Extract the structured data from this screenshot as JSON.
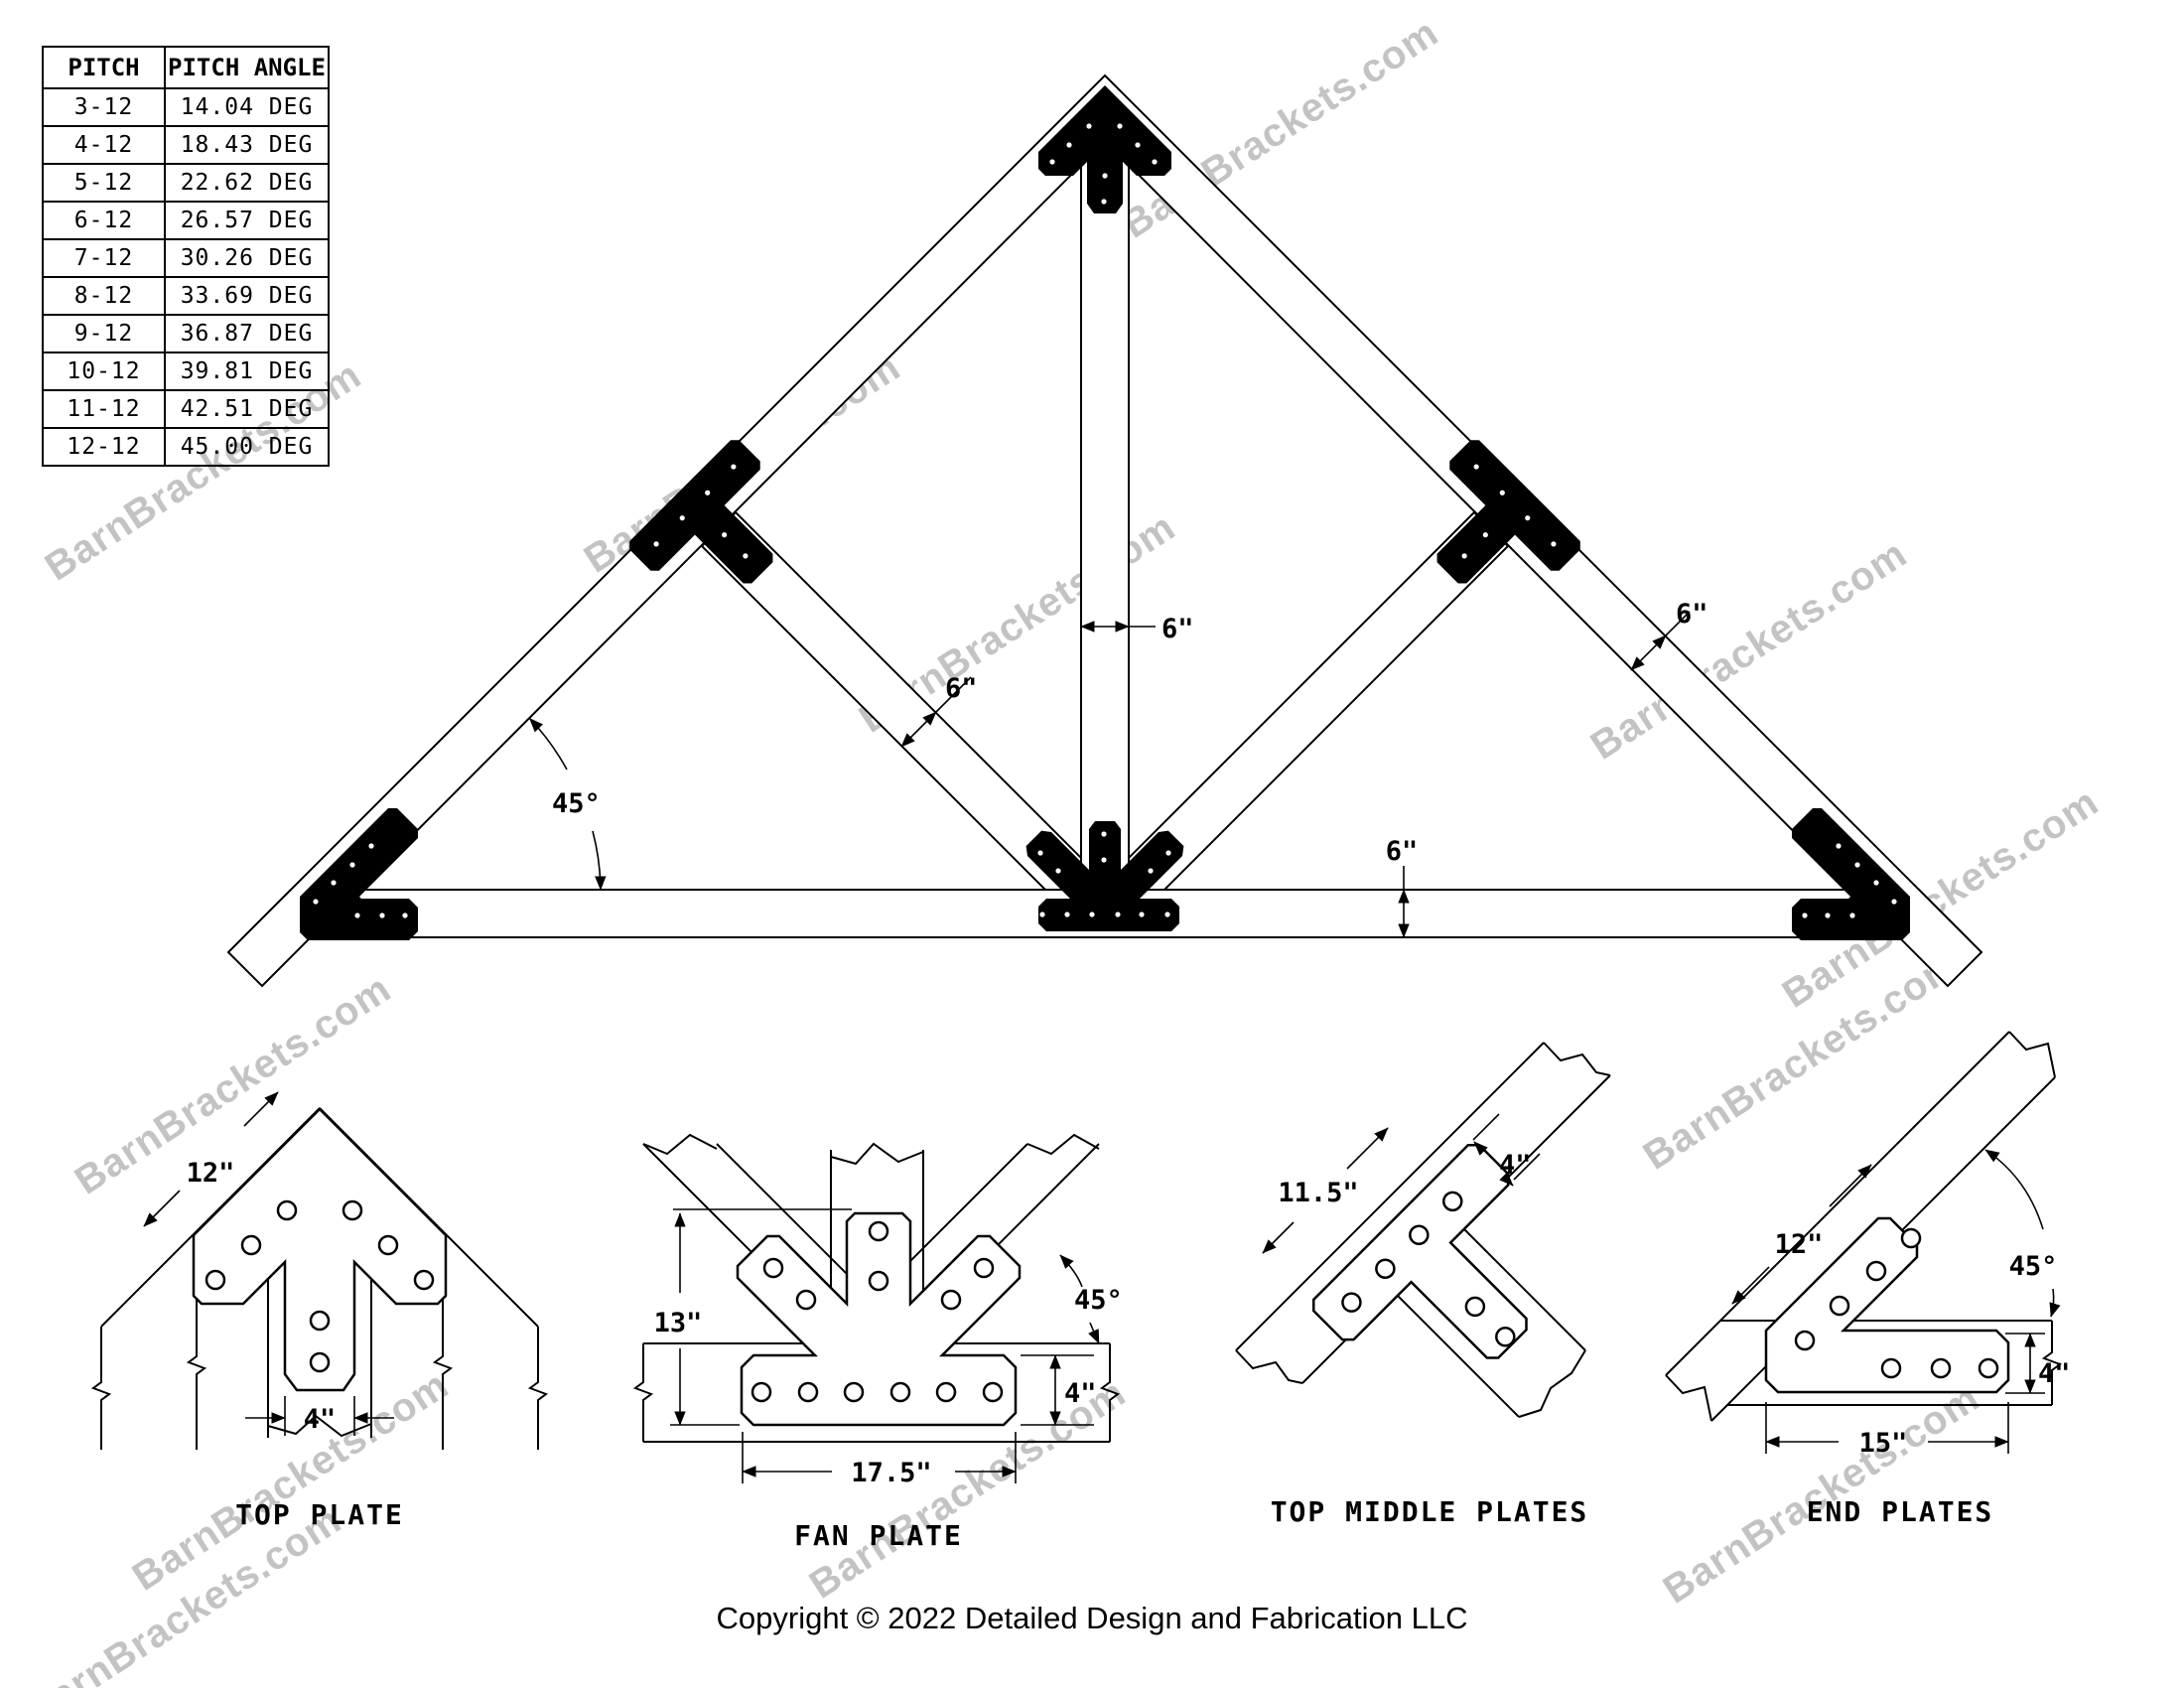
{
  "pitch_table": {
    "col1_header": "PITCH",
    "col2_header": "PITCH ANGLE",
    "rows": [
      {
        "pitch": "3-12",
        "angle": "14.04 DEG"
      },
      {
        "pitch": "4-12",
        "angle": "18.43 DEG"
      },
      {
        "pitch": "5-12",
        "angle": "22.62 DEG"
      },
      {
        "pitch": "6-12",
        "angle": "26.57 DEG"
      },
      {
        "pitch": "7-12",
        "angle": "30.26 DEG"
      },
      {
        "pitch": "8-12",
        "angle": "33.69 DEG"
      },
      {
        "pitch": "9-12",
        "angle": "36.87 DEG"
      },
      {
        "pitch": "10-12",
        "angle": "39.81 DEG"
      },
      {
        "pitch": "11-12",
        "angle": "42.51 DEG"
      },
      {
        "pitch": "12-12",
        "angle": "45.00 DEG"
      }
    ]
  },
  "truss": {
    "dim_king_post": "6\"",
    "dim_strut": "6\"",
    "dim_rafter": "6\"",
    "dim_chord": "6\"",
    "dim_angle": "45°"
  },
  "details": {
    "top_plate": {
      "label": "TOP PLATE",
      "dim_edge": "12\"",
      "dim_stem": "4\""
    },
    "fan_plate": {
      "label": "FAN PLATE",
      "dim_height": "13\"",
      "dim_width": "17.5\"",
      "dim_base": "4\"",
      "dim_angle": "45°"
    },
    "top_middle": {
      "label": "TOP MIDDLE PLATES",
      "dim_edge": "11.5\"",
      "dim_width": "4\""
    },
    "end_plates": {
      "label": "END PLATES",
      "dim_edge": "12\"",
      "dim_angle": "45°",
      "dim_height": "4\"",
      "dim_length": "15\""
    }
  },
  "watermark": {
    "text": "BarnBrackets.com"
  },
  "footer": {
    "copyright": "Copyright © 2022 Detailed Design and Fabrication LLC"
  }
}
